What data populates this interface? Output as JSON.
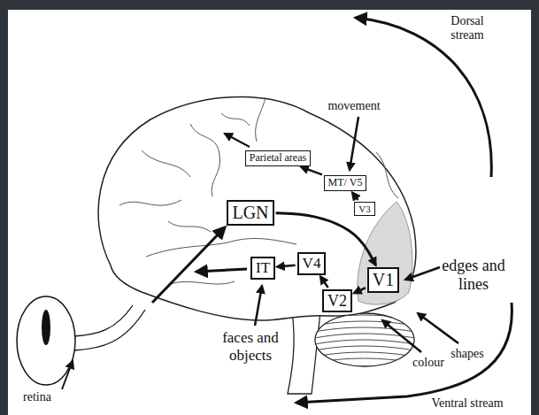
{
  "diagram": {
    "nodes": [
      {
        "text": [
          "Parietal areas"
        ]
      },
      {
        "text": [
          "MT/ V5"
        ]
      },
      {
        "text": [
          "V3"
        ]
      },
      {
        "text": [
          "LGN"
        ]
      },
      {
        "text": [
          "V1"
        ]
      },
      {
        "text": [
          "V2"
        ]
      },
      {
        "text": [
          "V4"
        ]
      },
      {
        "text": [
          "IT"
        ]
      }
    ],
    "edges": [
      {
        "from": 3,
        "to": 4,
        "arrow": "to"
      },
      {
        "from": 4,
        "to": 5,
        "arrow": "to"
      },
      {
        "from": 5,
        "to": 6,
        "arrow": "to"
      },
      {
        "from": 6,
        "to": 7,
        "arrow": "to"
      },
      {
        "from": 2,
        "to": 1,
        "arrow": "to"
      },
      {
        "from": 1,
        "to": 0,
        "arrow": "to"
      }
    ],
    "labels": [
      "Dorsal stream",
      "movement",
      "edges and lines",
      "shapes",
      "colour",
      "faces and objects",
      "retina",
      "Ventral stream"
    ]
  }
}
